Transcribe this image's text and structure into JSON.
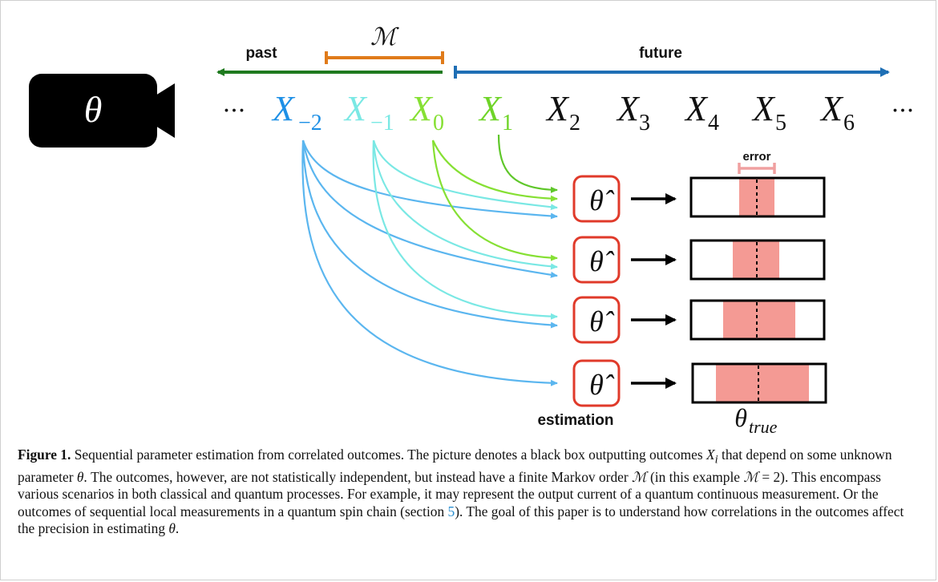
{
  "figure": {
    "camera_label": "θ",
    "past_label": "past",
    "future_label": "future",
    "markov_label": "ℳ",
    "ellipsis_left": "···",
    "ellipsis_right": "···",
    "outcomes": [
      {
        "base": "X",
        "sub": "−2",
        "color": "#1e90e6"
      },
      {
        "base": "X",
        "sub": "−1",
        "color": "#7ae8e4"
      },
      {
        "base": "X",
        "sub": "0",
        "color": "#86e034"
      },
      {
        "base": "X",
        "sub": "1",
        "color": "#6fd428"
      },
      {
        "base": "X",
        "sub": "2",
        "color": "#111111"
      },
      {
        "base": "X",
        "sub": "3",
        "color": "#111111"
      },
      {
        "base": "X",
        "sub": "4",
        "color": "#111111"
      },
      {
        "base": "X",
        "sub": "5",
        "color": "#111111"
      },
      {
        "base": "X",
        "sub": "6",
        "color": "#111111"
      }
    ],
    "estimator_symbol": "θ̂",
    "error_label": "error",
    "estimation_label": "estimation",
    "theta_true_base": "θ",
    "theta_true_sub": "true",
    "colors": {
      "past_arrow": "#1f7a1f",
      "markov_bracket": "#e07b1a",
      "future_arrow": "#1f6fb5",
      "estimator_border": "#e03a2a",
      "error_band": "#f49a94",
      "error_bracket": "#f0a0a0"
    }
  },
  "caption": {
    "label": "Figure 1.",
    "p1": " Sequential parameter estimation from correlated outcomes. The picture denotes a black box outputting outcomes ",
    "xi": "X",
    "xi_sub": "i",
    "p2": " that depend on some unknown parameter ",
    "theta1": "θ",
    "p3": ". The outcomes, however, are not statistically independent, but instead have a finite Markov order ",
    "m1": "ℳ",
    "p4": " (in this example ",
    "m2": "ℳ",
    "p5": " = 2). This encompass various scenarios in both classical and quantum processes. For example, it may represent the output current of a quantum continuous measurement. Or the outcomes of sequential local measurements in a quantum spin chain (section ",
    "section_ref": "5",
    "p6": "). The goal of this paper is to understand how correlations in the outcomes affect the precision in estimating ",
    "theta2": "θ",
    "p7": "."
  }
}
